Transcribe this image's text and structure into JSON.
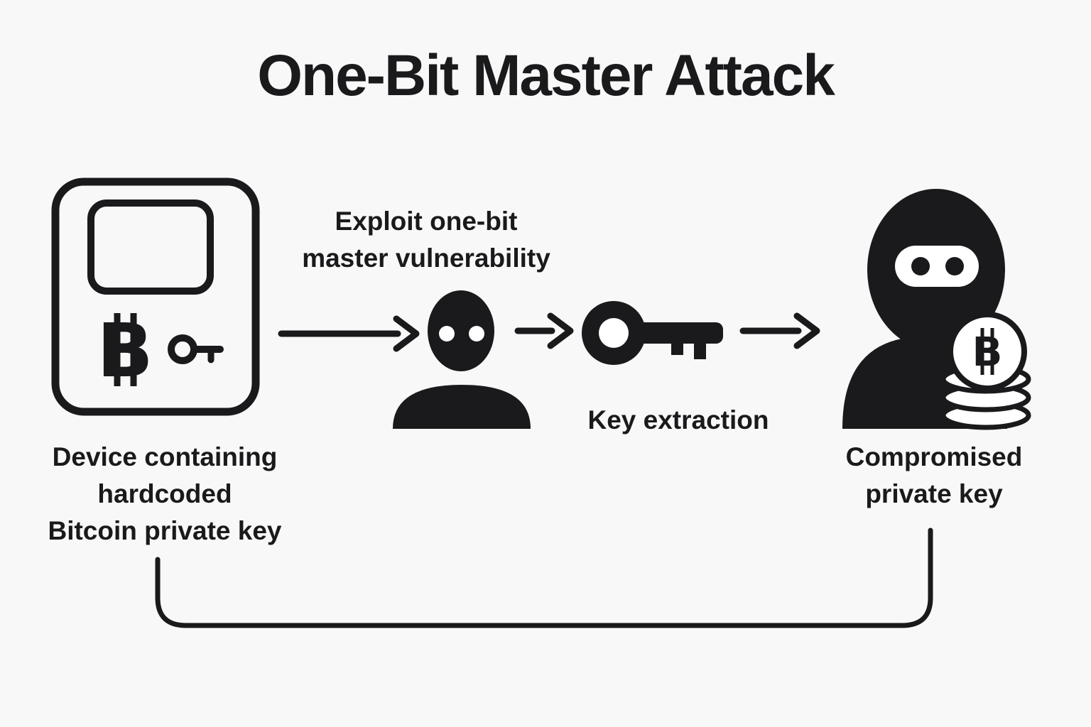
{
  "title": "One-Bit Master Attack",
  "labels": {
    "device": {
      "lines": [
        "Device containing",
        "hardcoded",
        "Bitcoin private key"
      ]
    },
    "exploit": {
      "lines": [
        "Exploit one-bit",
        "master vulnerability"
      ]
    },
    "key_extraction": "Key extraction",
    "compromised": {
      "lines": [
        "Compromised",
        "private key"
      ]
    }
  },
  "symbols": {
    "bitcoin_b": "B"
  },
  "icons": {
    "device": "hardware-wallet-icon",
    "attacker": "masked-attacker-icon",
    "key": "key-icon",
    "hacker": "hooded-hacker-icon",
    "coins": "bitcoin-coin-stack-icon"
  },
  "colors": {
    "ink": "#1a1a1c",
    "background": "#f8f8f8",
    "paper": "#ffffff"
  }
}
